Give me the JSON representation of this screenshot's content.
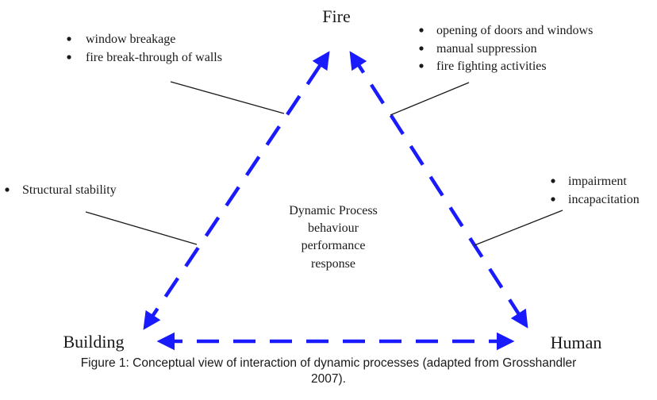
{
  "nodes": {
    "fire": "Fire",
    "building": "Building",
    "human": "Human"
  },
  "center": {
    "line1": "Dynamic Process",
    "line2": "behaviour",
    "line3": "performance",
    "line4": "response"
  },
  "annotations": {
    "building_fire": [
      "window breakage",
      "fire break-through of walls"
    ],
    "fire_human": [
      "opening of doors and windows",
      "manual suppression",
      "fire fighting activities"
    ],
    "building_left": [
      "Structural stability"
    ],
    "human_right": [
      "impairment",
      "incapacitation"
    ]
  },
  "caption": {
    "line1": "Figure 1: Conceptual view of interaction of dynamic processes (adapted from Grosshandler",
    "line2": "2007)."
  },
  "colors": {
    "arrow": "#1a1aff",
    "text": "#1a1a1a"
  }
}
